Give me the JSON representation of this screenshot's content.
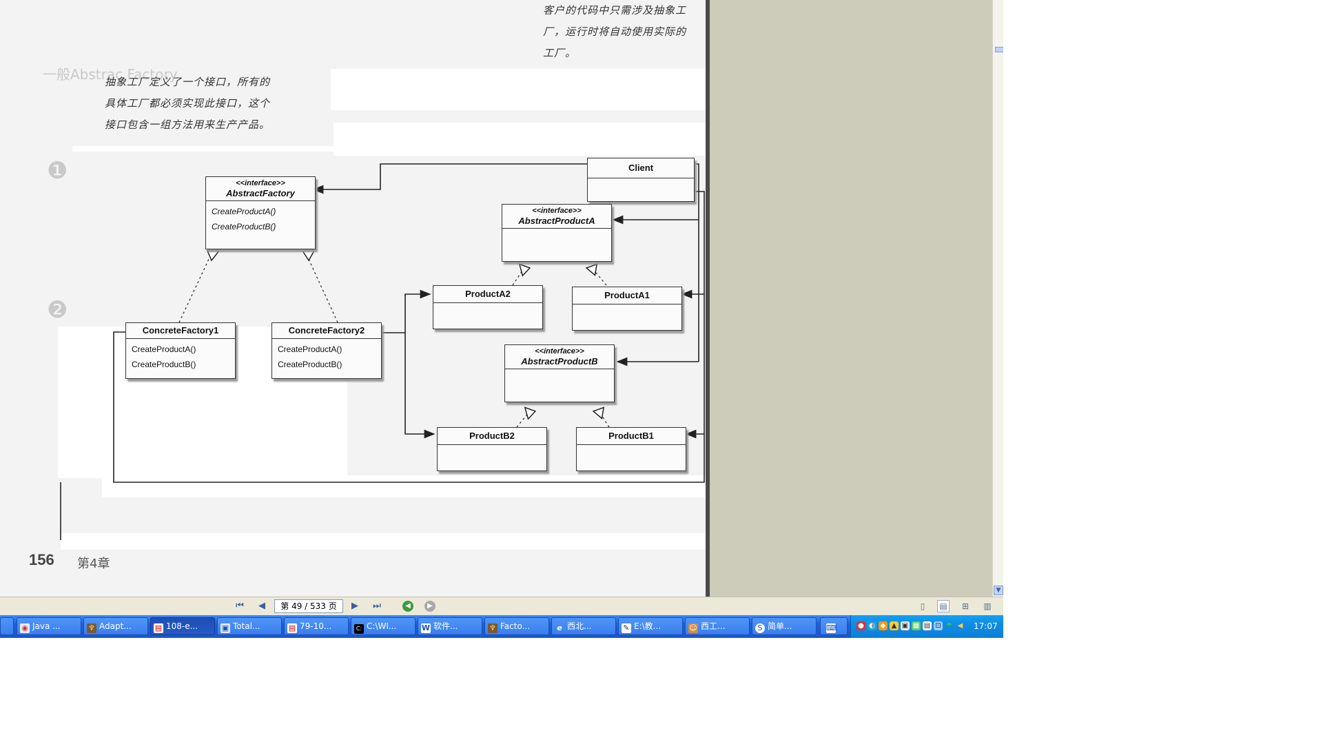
{
  "document": {
    "note_top_right": [
      "客户的代码中只需涉及抽象工",
      "厂，运行时将自动使用实际的",
      "工厂。"
    ],
    "note_left": [
      "抽象工厂定义了一个接口，所有的",
      "具体工厂都必须实现此接口，这个",
      "接口包含一组方法用来生产产品。"
    ],
    "page_number": "156",
    "chapter": "第4章"
  },
  "diagram": {
    "client": {
      "name": "Client"
    },
    "abstract_factory": {
      "stereotype": "<<interface>>",
      "name": "AbstractFactory",
      "ops": [
        "CreateProductA()",
        "CreateProductB()"
      ]
    },
    "abstract_product_a": {
      "stereotype": "<<interface>>",
      "name": "AbstractProductA"
    },
    "abstract_product_b": {
      "stereotype": "<<interface>>",
      "name": "AbstractProductB"
    },
    "product_a2": {
      "name": "ProductA2"
    },
    "product_a1": {
      "name": "ProductA1"
    },
    "product_b2": {
      "name": "ProductB2"
    },
    "product_b1": {
      "name": "ProductB1"
    },
    "concrete_factory1": {
      "name": "ConcreteFactory1",
      "ops": [
        "CreateProductA()",
        "CreateProductB()"
      ]
    },
    "concrete_factory2": {
      "name": "ConcreteFactory2",
      "ops": [
        "CreateProductA()",
        "CreateProductB()"
      ]
    }
  },
  "viewer_toolbar": {
    "page_indicator": "第 49 / 533 页"
  },
  "taskbar": {
    "buttons": [
      {
        "label": "Java ...",
        "icon": "browser-icon"
      },
      {
        "label": "Adapt...",
        "icon": "app-icon"
      },
      {
        "label": "108-e...",
        "icon": "pdf-icon"
      },
      {
        "label": "Total...",
        "icon": "floppy-icon"
      },
      {
        "label": "79-10...",
        "icon": "pdf-icon"
      },
      {
        "label": "C:\\WI...",
        "icon": "cmd-icon"
      },
      {
        "label": "软件...",
        "icon": "word-icon"
      },
      {
        "label": "Facto...",
        "icon": "app-icon"
      },
      {
        "label": "西北...",
        "icon": "ie-icon"
      },
      {
        "label": "E:\\教...",
        "icon": "notepad-icon"
      },
      {
        "label": "西工...",
        "icon": "people-icon"
      },
      {
        "label": "简单...",
        "icon": "search-icon"
      }
    ],
    "clock": "17:07"
  },
  "colors": {
    "taskbar": "#1f5fd8",
    "tray": "#0f8ce5",
    "viewer_background": "#cdcbb9",
    "toolbar": "#ece9d8"
  }
}
